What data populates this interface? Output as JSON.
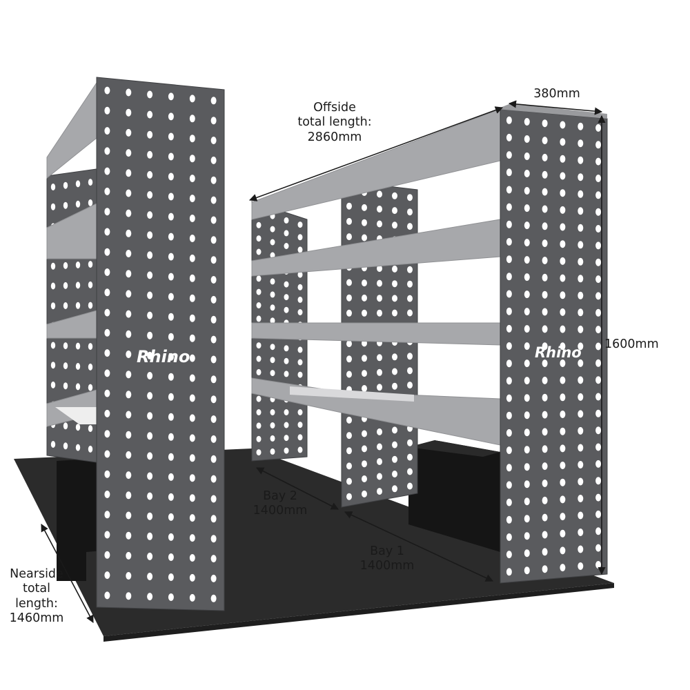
{
  "brand": "Rhino",
  "labels": {
    "offside": "Offside\ntotal length:\n2860mm",
    "depth": "380mm",
    "height": "1600mm",
    "bay2": "Bay 2\n1400mm",
    "bay1": "Bay 1\n1400mm",
    "nearside": "Nearside\ntotal\nlength:\n1460mm"
  },
  "colors": {
    "panel": "#5a5b5e",
    "panel_edge": "#3f4043",
    "shelf": "#a7a8ab",
    "floor": "#2b2b2b",
    "block": "#151515",
    "dimension_line": "#1a1a1a"
  }
}
